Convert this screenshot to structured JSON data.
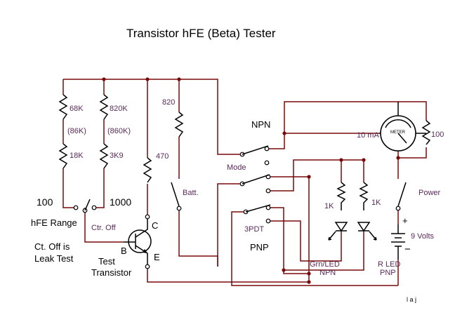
{
  "title": "Transistor hFE (Beta) Tester",
  "labels": {
    "r68k": "68K",
    "r86k": "(86K)",
    "r18k": "18K",
    "r820k": "820K",
    "r860k": "(860K)",
    "r3k9": "3K9",
    "r470": "470",
    "r820": "820",
    "batt": "Batt.",
    "npn": "NPN",
    "mode": "Mode",
    "pdt": "3PDT",
    "pnp": "PNP",
    "meter_range": "10 mA",
    "meter_face": "METER",
    "r100": "100",
    "r1k_a": "1K",
    "r1k_b": "1K",
    "power": "Power",
    "plus": "+",
    "volts": "9 Volts",
    "minus": "−",
    "grn_led_1": "Grn/LED",
    "grn_led_2": "NPN",
    "r_led_1": "R LED",
    "r_led_2": "PNP",
    "range_100": "100",
    "range_1000": "1000",
    "hfe_range": "hFE Range",
    "ctr_off": "Ctr. Off",
    "leak_1": "Ct. Off is",
    "leak_2": "Leak Test",
    "pin_c": "C",
    "pin_b": "B",
    "pin_e": "E",
    "test_1": "Test",
    "test_2": "Transistor",
    "author": "l a j"
  },
  "colors": {
    "wire": "#7a0a0a",
    "component": "#000000",
    "label": "#5a2a5a"
  }
}
